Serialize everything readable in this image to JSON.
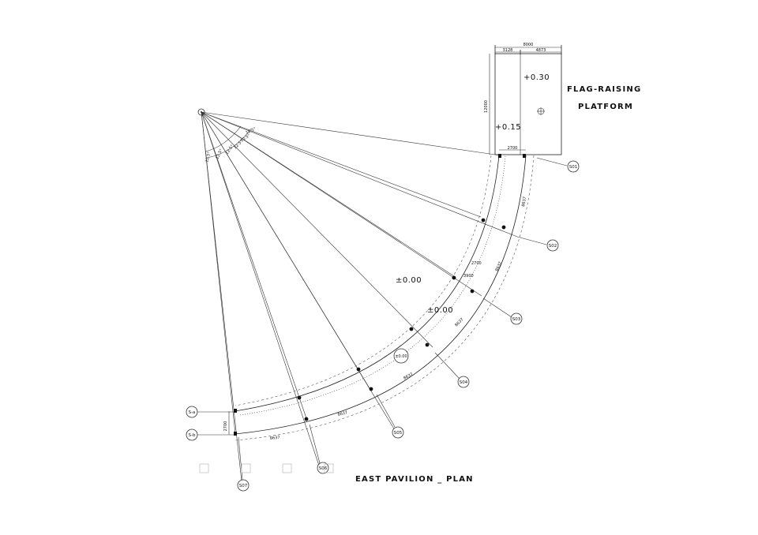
{
  "title": "EAST PAVILION _ PLAN",
  "platform": {
    "label_line1": "FLAG-RAISING",
    "label_line2": "PLATFORM",
    "level_high": "+0.30",
    "level_low": "+0.15",
    "dim_total": "8000",
    "dim_left": "3128",
    "dim_right": "4873",
    "dim_height": "12000",
    "dim_gap": "2700"
  },
  "levels": {
    "inner": "±0.00",
    "outer": "±0.00",
    "circle": "±0.00"
  },
  "angle_label": "12.5°",
  "dims": {
    "bay": "8637",
    "width_a": "2700",
    "width_b": "3900",
    "end_width": "2700"
  },
  "axes": [
    "S01",
    "S02",
    "S03",
    "S04",
    "S05",
    "S06",
    "S07"
  ],
  "row_labels": [
    "S-a",
    "S-b"
  ]
}
